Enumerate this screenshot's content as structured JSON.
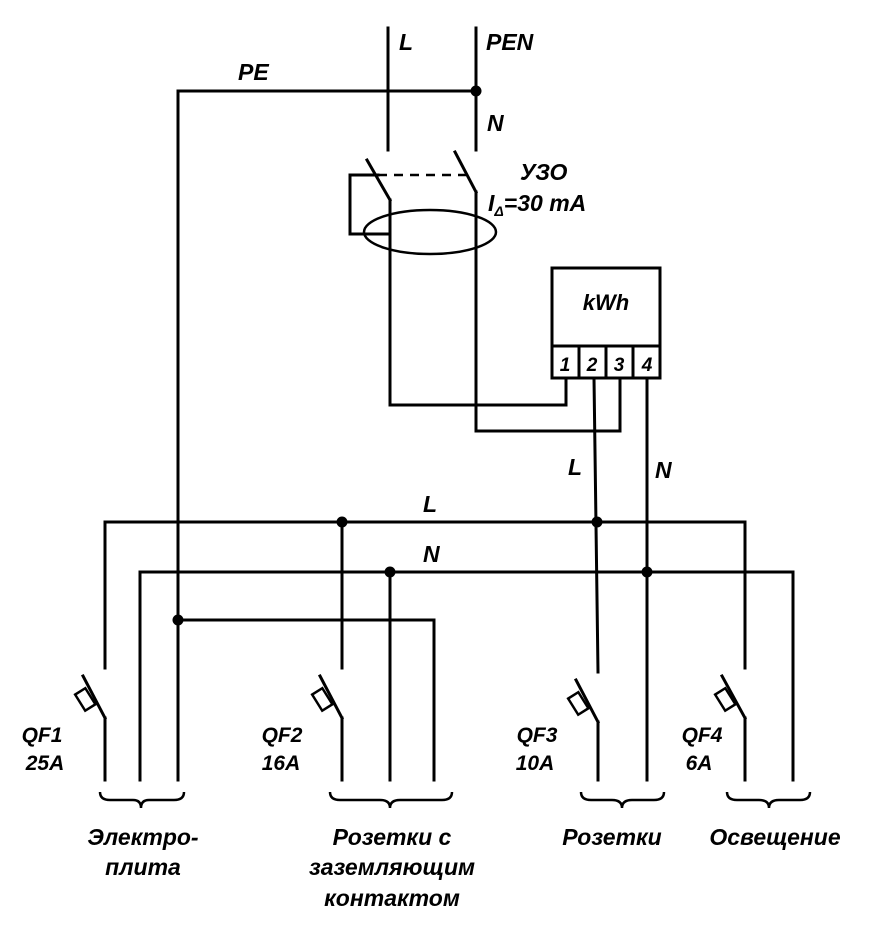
{
  "supply": {
    "line_label": "L",
    "pen_label": "PEN",
    "neutral_label": "N",
    "pe_label": "PE"
  },
  "rcd": {
    "name": "УЗО",
    "rating_symbol": "I",
    "rating_subscript": "Δ",
    "rating_value": "=30 mA"
  },
  "meter": {
    "label": "kWh",
    "terminals": [
      "1",
      "2",
      "3",
      "4"
    ],
    "out_line_label": "L",
    "out_neutral_label": "N"
  },
  "buses": {
    "line_label": "L",
    "neutral_label": "N"
  },
  "breakers": [
    {
      "id": "QF1",
      "rating": "25A"
    },
    {
      "id": "QF2",
      "rating": "16A"
    },
    {
      "id": "QF3",
      "rating": "10A"
    },
    {
      "id": "QF4",
      "rating": "6A"
    }
  ],
  "loads": [
    {
      "lines": [
        "Электро-",
        "плита"
      ]
    },
    {
      "lines": [
        "Розетки с",
        "заземляющим",
        "контактом"
      ]
    },
    {
      "lines": [
        "Розетки"
      ]
    },
    {
      "lines": [
        "Освещение"
      ]
    }
  ]
}
